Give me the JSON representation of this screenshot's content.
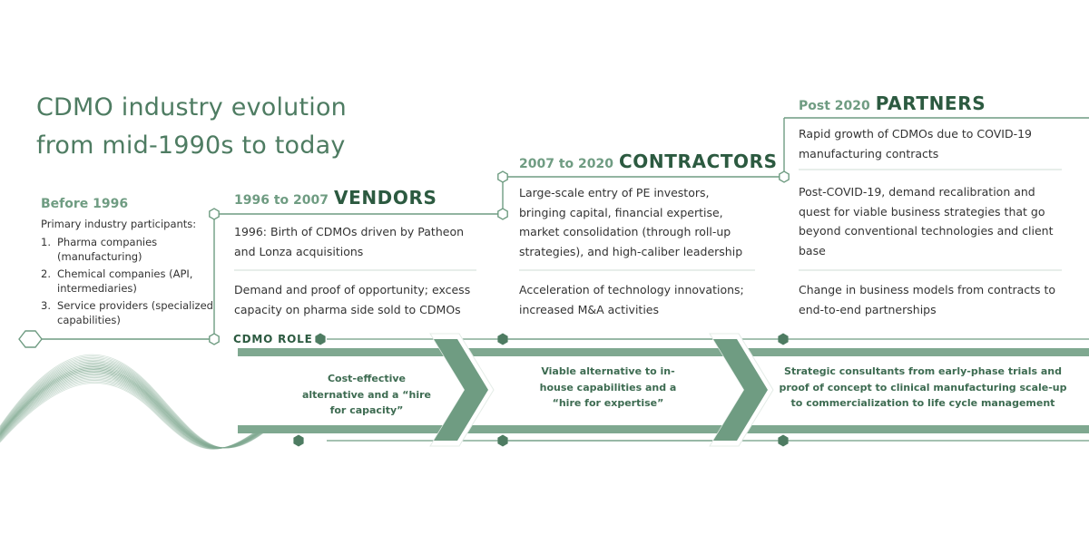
{
  "title": {
    "line1": "CDMO industry evolution",
    "line2": "from mid-1990s to today"
  },
  "before": {
    "heading": "Before 1996",
    "participants_label": "Primary industry participants:",
    "participants": [
      {
        "num": "1.",
        "text": "Pharma companies (manufacturing)"
      },
      {
        "num": "2.",
        "text": "Chemical companies (API, intermediaries)"
      },
      {
        "num": "3.",
        "text": "Service providers (specialized capabilities)"
      }
    ]
  },
  "eras": [
    {
      "dates": "1996 to 2007",
      "name": "VENDORS",
      "point1": "1996: Birth of CDMOs driven by Patheon and Lonza acquisitions",
      "point2": "Demand and proof of opportunity; excess capacity on pharma side sold to CDMOs",
      "role": "Cost-effective alternative and a “hire for capacity”"
    },
    {
      "dates": "2007 to 2020",
      "name": "CONTRACTORS",
      "point1": "Large-scale entry of PE investors, bringing capital, financial expertise, market consolidation (through roll-up strategies), and high-caliber leadership",
      "point2": "Acceleration of technology innovations; increased M&A activities",
      "role": "Viable alternative to in-house capabilities and a “hire for expertise”"
    },
    {
      "dates": "Post 2020",
      "name": "PARTNERS",
      "point1": "Rapid growth of CDMOs due to COVID-19 manufacturing contracts",
      "point2": "Post-COVID-19, demand recalibration and quest for viable business strategies that go beyond conventional technologies and client base",
      "point3": "Change in business models from contracts to end-to-end partnerships",
      "role": "Strategic consultants from early-phase trials and proof of concept to clinical manufacturing scale-up to commercialization to life cycle management"
    }
  ],
  "role_label": "CDMO ROLE",
  "colors": {
    "accent_dark": "#2c5a40",
    "accent": "#4e7c62",
    "accent_light": "#6f9c82",
    "chevron": "#6f9c82",
    "line": "#6f9c82"
  }
}
